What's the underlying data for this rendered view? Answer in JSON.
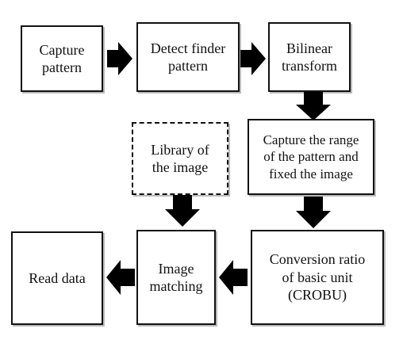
{
  "nodes": {
    "capture_pattern": "Capture\npattern",
    "detect_finder": "Detect finder\npattern",
    "bilinear": "Bilinear\ntransform",
    "capture_range": "Capture the range\nof the pattern and\nfixed the image",
    "library": "Library of\nthe image",
    "conversion": "Conversion ratio\nof basic unit\n(CROBU)",
    "image_matching": "Image\nmatching",
    "read_data": "Read data"
  },
  "style": {
    "line_color": "#111111",
    "arrow_color": "#000000"
  }
}
